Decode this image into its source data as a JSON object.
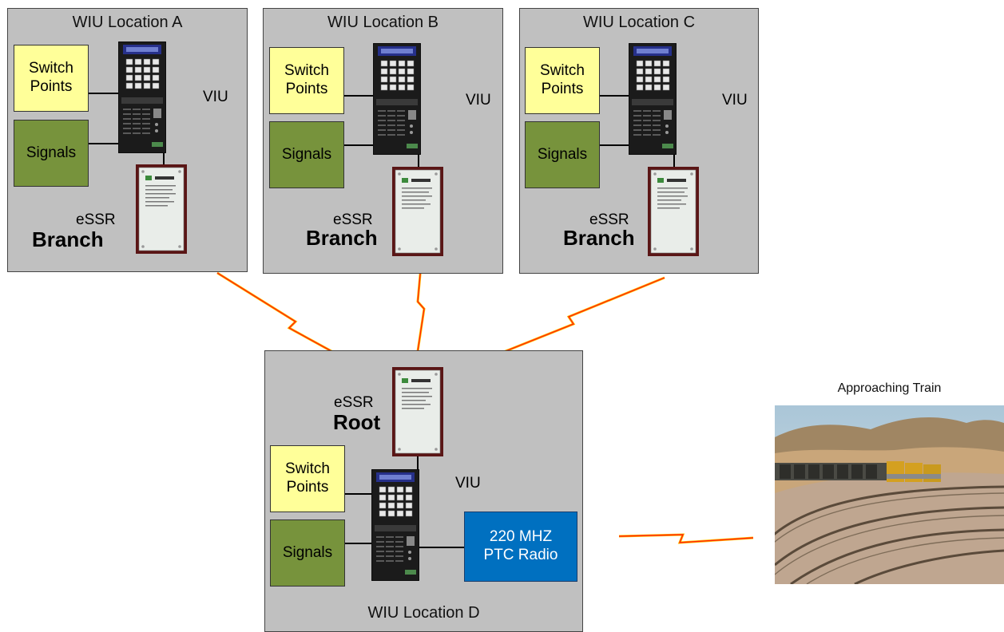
{
  "locations": [
    {
      "title": "WIU Location A",
      "switch_label": [
        "Switch",
        "Points"
      ],
      "signals_label": "Signals",
      "viu_label": "VIU",
      "essr_label": "eSSR",
      "role": "Branch"
    },
    {
      "title": "WIU Location B",
      "switch_label": [
        "Switch",
        "Points"
      ],
      "signals_label": "Signals",
      "viu_label": "VIU",
      "essr_label": "eSSR",
      "role": "Branch"
    },
    {
      "title": "WIU Location C",
      "switch_label": [
        "Switch",
        "Points"
      ],
      "signals_label": "Signals",
      "viu_label": "VIU",
      "essr_label": "eSSR",
      "role": "Branch"
    },
    {
      "title": "WIU Location D",
      "switch_label": [
        "Switch",
        "Points"
      ],
      "signals_label": "Signals",
      "viu_label": "VIU",
      "essr_label": "eSSR",
      "role": "Root",
      "radio_label": [
        "220 MHZ",
        "PTC Radio"
      ]
    }
  ],
  "train": {
    "label": "Approaching Train"
  },
  "colors": {
    "panel": "#c0c0c0",
    "switch_points": "#ffff99",
    "signals": "#77933c",
    "radio": "#0070c0",
    "link": "#ff2200"
  }
}
